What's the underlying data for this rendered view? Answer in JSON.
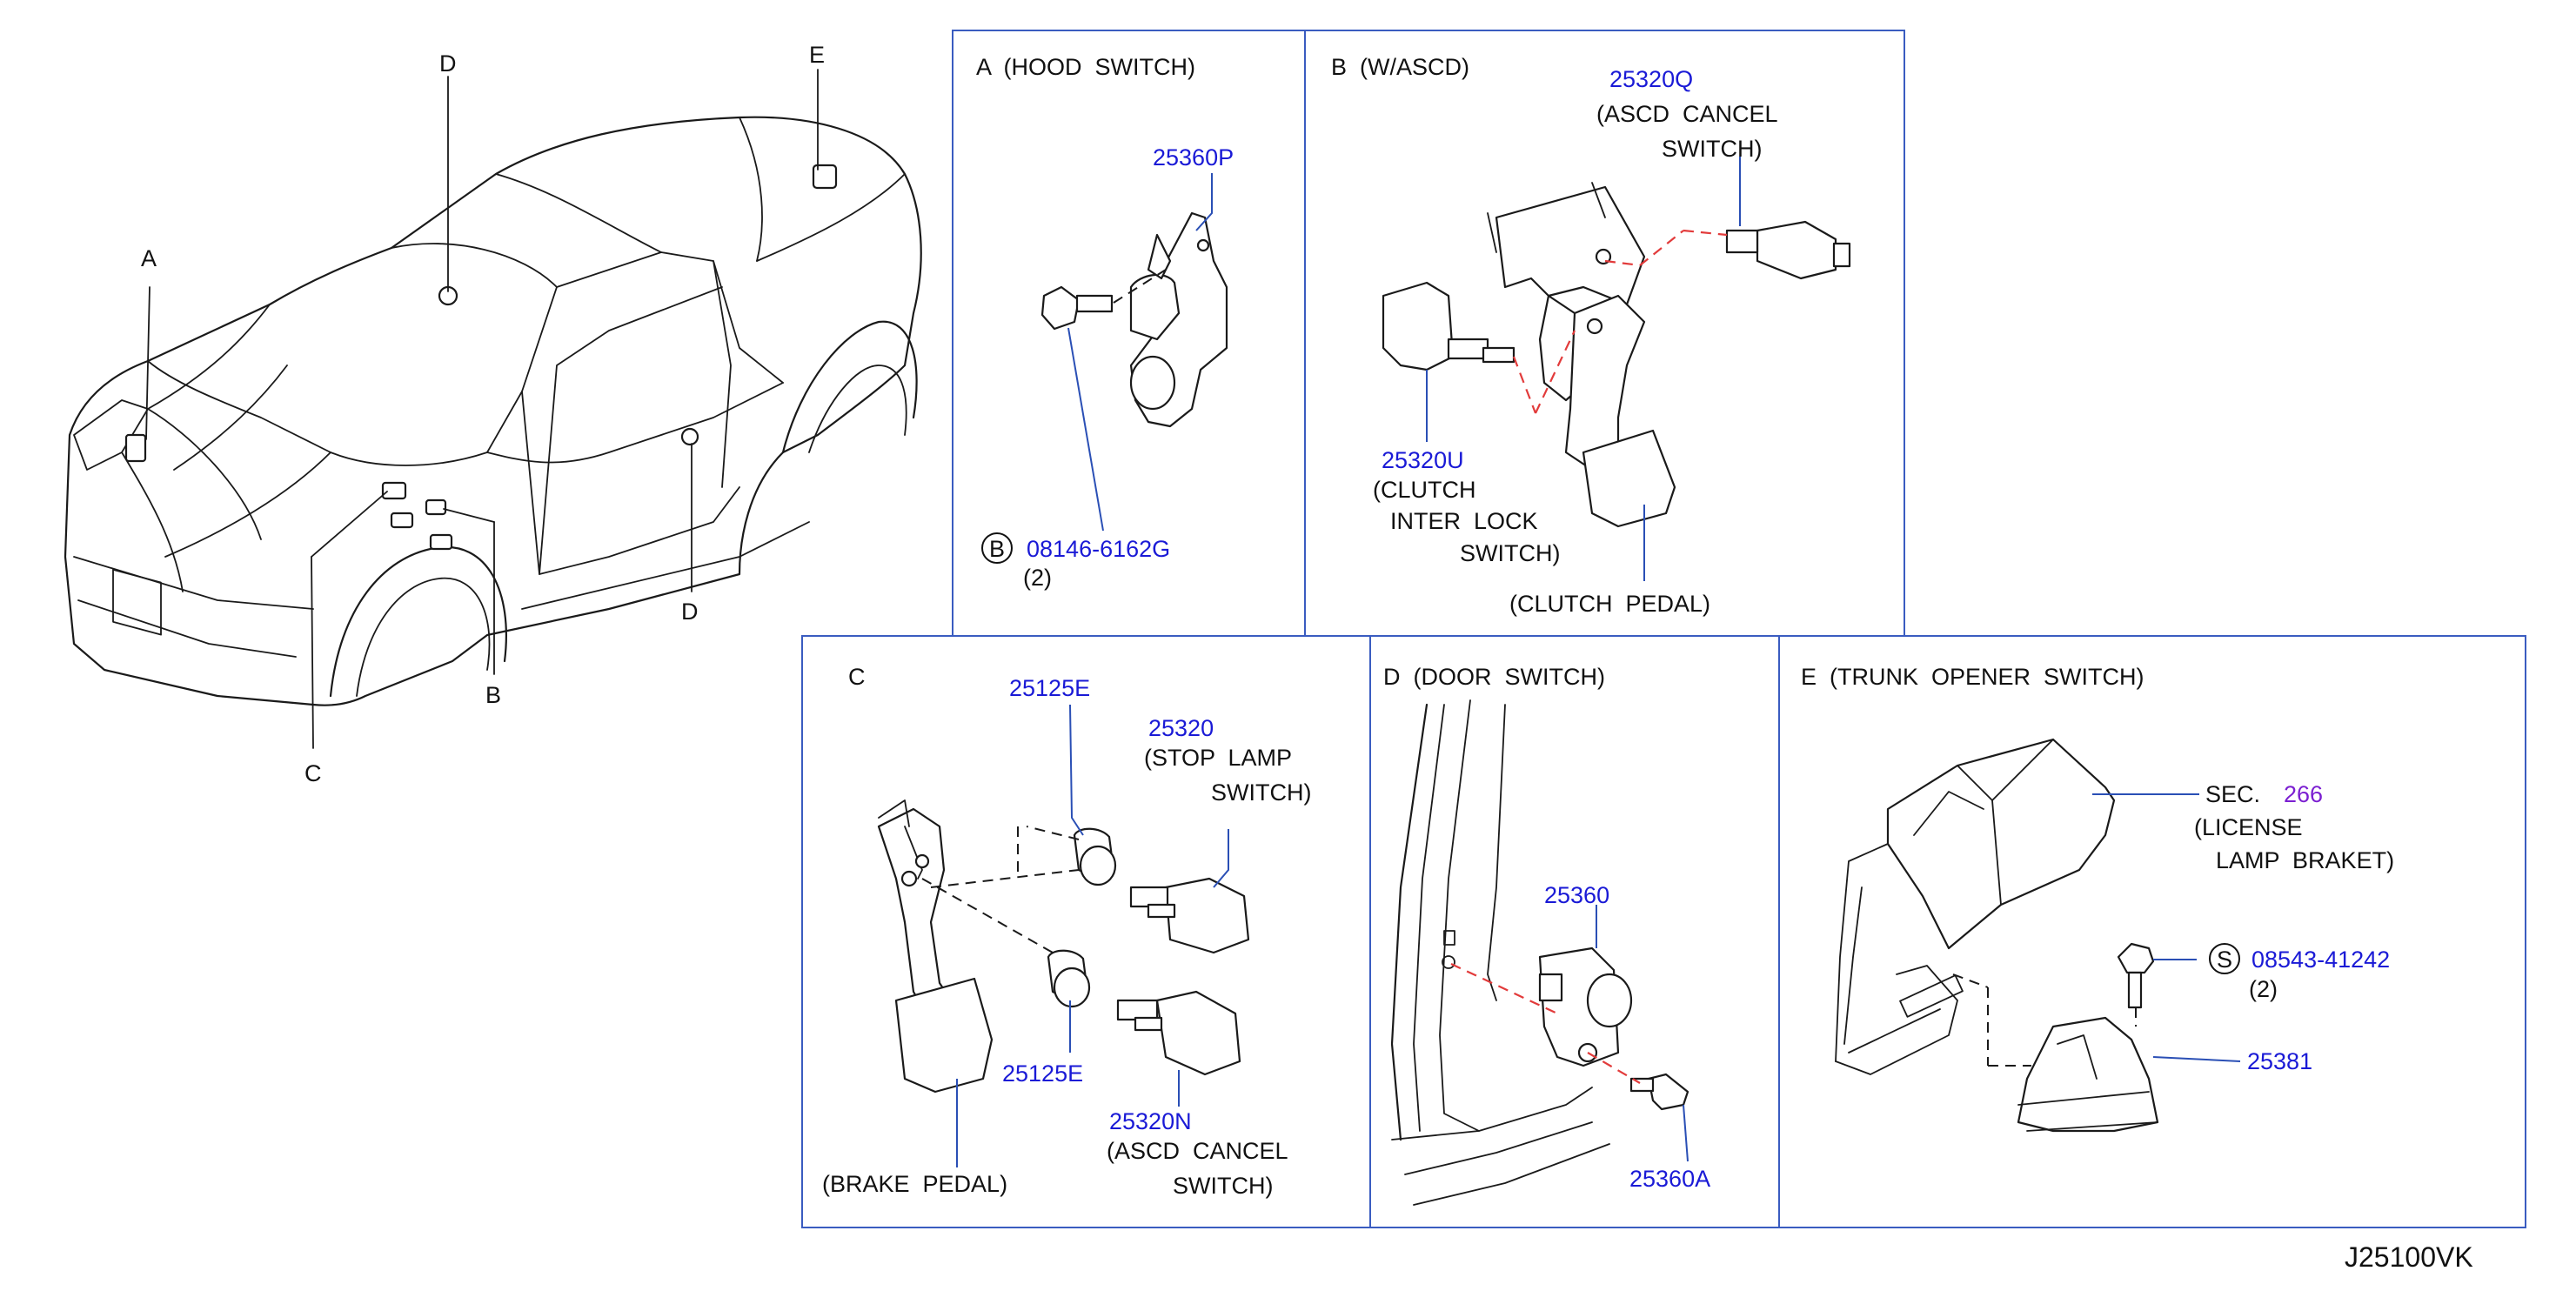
{
  "overview": {
    "callouts": {
      "a": "A",
      "b": "B",
      "c": "C",
      "d_top": "D",
      "d_bottom": "D",
      "e": "E"
    }
  },
  "panel_a": {
    "title": "A  (HOOD  SWITCH)",
    "part_switch": "25360P",
    "bolt_symbol": "B",
    "bolt_part": "08146-6162G",
    "bolt_qty": "(2)"
  },
  "panel_b": {
    "title": "B  (W/ASCD)",
    "cancel_part": "25320Q",
    "cancel_desc_1": "(ASCD  CANCEL",
    "cancel_desc_2": "SWITCH)",
    "clutch_part": "25320U",
    "clutch_desc_1": "(CLUTCH",
    "clutch_desc_2": "INTER  LOCK",
    "clutch_desc_3": "SWITCH)",
    "pedal": "(CLUTCH  PEDAL)"
  },
  "panel_c": {
    "title": "C",
    "clip_top": "25125E",
    "stop_part": "25320",
    "stop_desc_1": "(STOP  LAMP",
    "stop_desc_2": "SWITCH)",
    "clip_bottom": "25125E",
    "ascd_part": "25320N",
    "ascd_desc_1": "(ASCD  CANCEL",
    "ascd_desc_2": "SWITCH)",
    "pedal": "(BRAKE  PEDAL)"
  },
  "panel_d": {
    "title": "D  (DOOR  SWITCH)",
    "switch_part": "25360",
    "screw_part": "25360A"
  },
  "panel_e": {
    "title": "E  (TRUNK  OPENER  SWITCH)",
    "sec_label": "SEC.",
    "sec_num": "266",
    "sec_desc_1": "(LICENSE",
    "sec_desc_2": "LAMP  BRAKET)",
    "screw_symbol": "S",
    "screw_part": "08543-41242",
    "screw_qty": "(2)",
    "switch_part": "25381"
  },
  "drawing_code": "J25100VK"
}
